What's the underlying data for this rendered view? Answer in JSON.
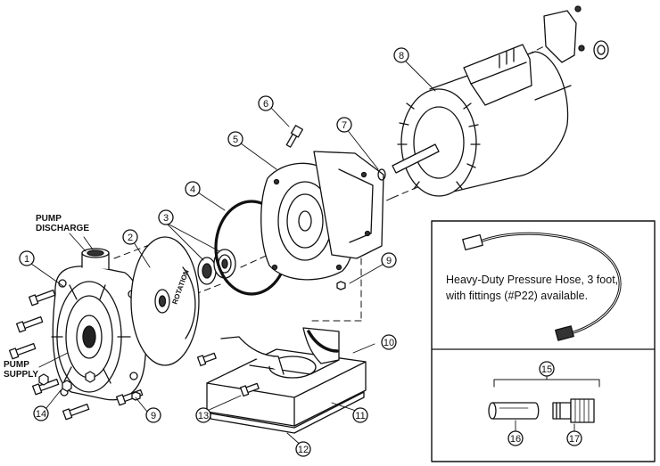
{
  "callouts": [
    "1",
    "2",
    "3",
    "4",
    "5",
    "6",
    "7",
    "8",
    "9",
    "10",
    "11",
    "12",
    "13",
    "14",
    "15",
    "16",
    "17"
  ],
  "annotations": {
    "pump_discharge": [
      "PUMP",
      "DISCHARGE"
    ],
    "pump_supply": [
      "PUMP",
      "SUPPLY"
    ],
    "rotation": "ROTATION"
  },
  "inset": {
    "hose_caption": [
      "Heavy-Duty Pressure Hose, 3 foot,",
      "with fittings (#P22) available."
    ]
  }
}
